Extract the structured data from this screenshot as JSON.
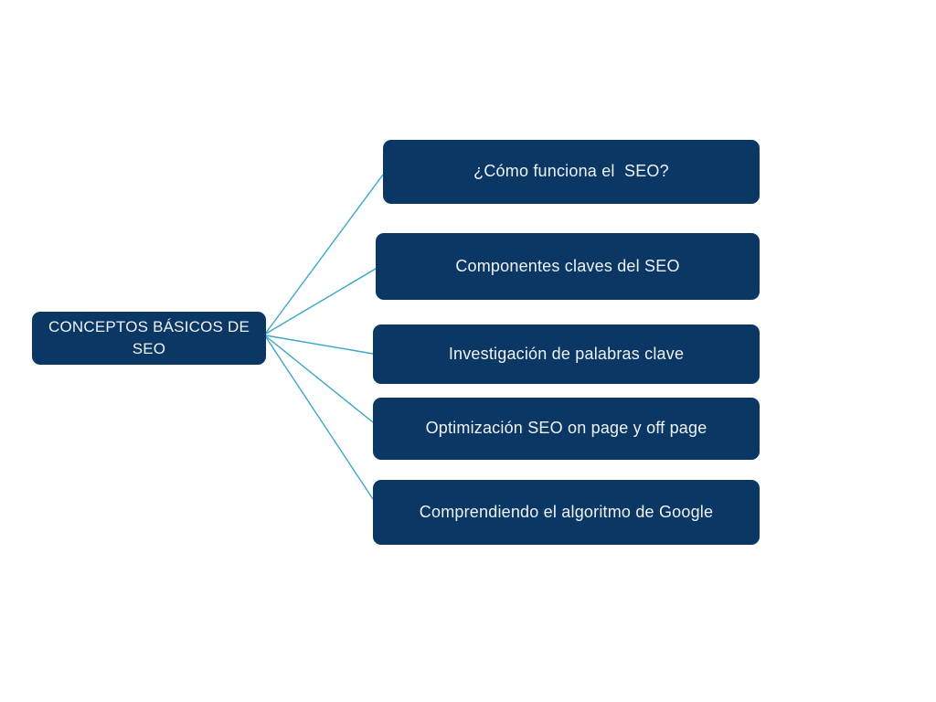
{
  "diagram": {
    "colors": {
      "background": "#ffffff",
      "node_fill": "#0A3764",
      "node_text": "#EFF2F5",
      "connector": "#39A8C7"
    },
    "root": {
      "label": "CONCEPTOS BÁSICOS DE SEO"
    },
    "children": [
      {
        "label": "¿Cómo funciona el  SEO?"
      },
      {
        "label": "Componentes claves del SEO"
      },
      {
        "label": "Investigación de palabras clave"
      },
      {
        "label": "Optimización SEO on page y off page"
      },
      {
        "label": "Comprendiendo el algoritmo de Google"
      }
    ]
  }
}
